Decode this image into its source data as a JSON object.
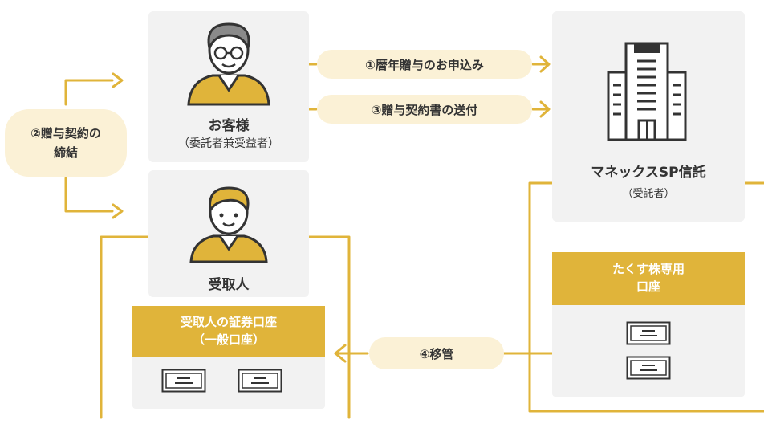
{
  "customer": {
    "name": "お客様",
    "role": "（委託者兼受益者）"
  },
  "recipient": {
    "name": "受取人",
    "account_line1": "受取人の証券口座",
    "account_line2": "（一般口座）"
  },
  "trust": {
    "name": "マネックスSP信託",
    "role": "（受託者）",
    "account_line1": "たくす株専用",
    "account_line2": "口座"
  },
  "steps": {
    "step1": "①暦年贈与のお申込み",
    "step2_line1": "②贈与契約の",
    "step2_line2": "締結",
    "step3": "③贈与契約書の送付",
    "step4": "④移管"
  },
  "colors": {
    "accent": "#e0b43a",
    "pill_bg": "#fbf1d6",
    "card_bg": "#f2f2f2",
    "text": "#333333"
  }
}
